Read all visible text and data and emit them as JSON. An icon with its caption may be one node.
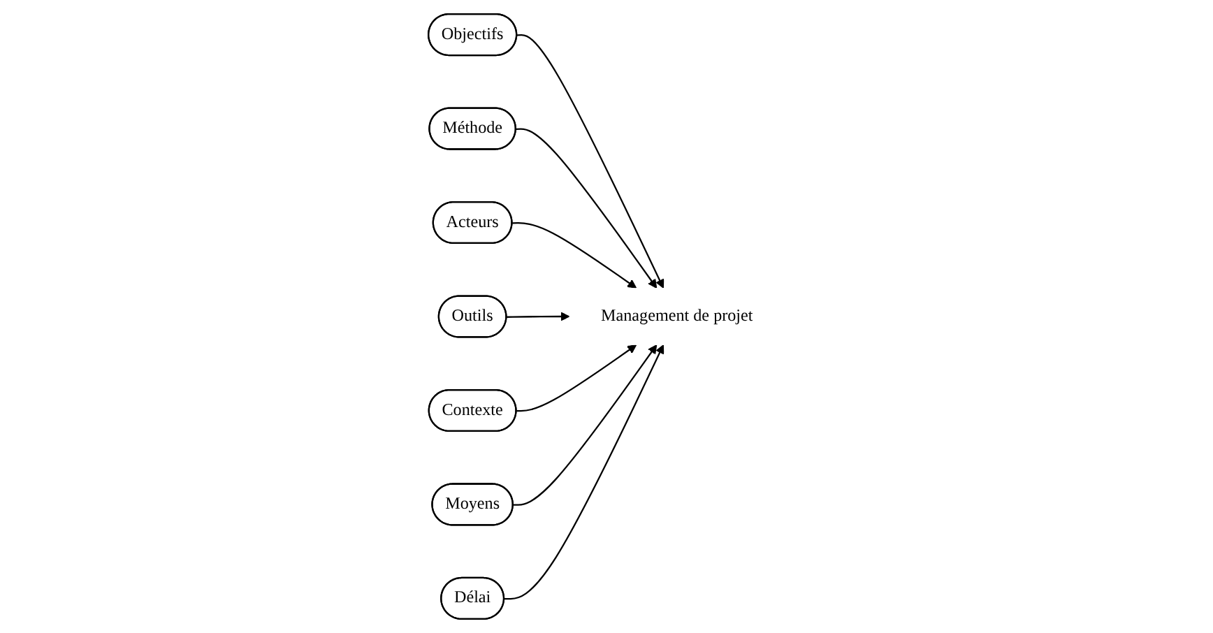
{
  "diagram": {
    "nodes": [
      {
        "text": [
          "Objectifs"
        ]
      },
      {
        "text": [
          "Méthode"
        ]
      },
      {
        "text": [
          "Acteurs"
        ]
      },
      {
        "text": [
          "Outils"
        ]
      },
      {
        "text": [
          "Management de projet"
        ]
      },
      {
        "text": [
          "Contexte"
        ]
      },
      {
        "text": [
          "Moyens"
        ]
      },
      {
        "text": [
          "Délai"
        ]
      }
    ],
    "edges": [
      {
        "from": 0,
        "to": 4,
        "arrow": "to"
      },
      {
        "from": 1,
        "to": 4,
        "arrow": "to"
      },
      {
        "from": 2,
        "to": 4,
        "arrow": "to"
      },
      {
        "from": 3,
        "to": 4,
        "arrow": "to"
      },
      {
        "from": 5,
        "to": 4,
        "arrow": "to"
      },
      {
        "from": 6,
        "to": 4,
        "arrow": "to"
      },
      {
        "from": 7,
        "to": 4,
        "arrow": "to"
      }
    ]
  }
}
